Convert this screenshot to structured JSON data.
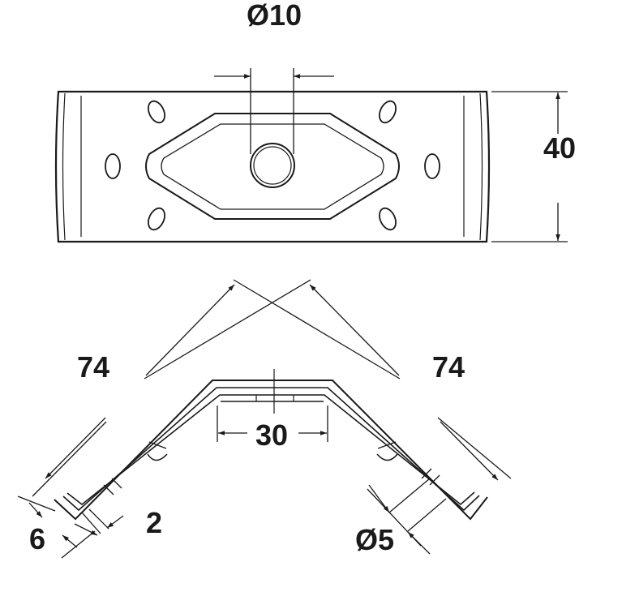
{
  "dimensions": {
    "hole_diameter": "Ø10",
    "plate_width": "40",
    "leg_length_left": "74",
    "leg_length_right": "74",
    "flat_width": "30",
    "thickness": "2",
    "lip_height": "6",
    "mounting_hole_diameter": "Ø5"
  },
  "colors": {
    "line": "#1a1a1a",
    "background": "#ffffff"
  }
}
